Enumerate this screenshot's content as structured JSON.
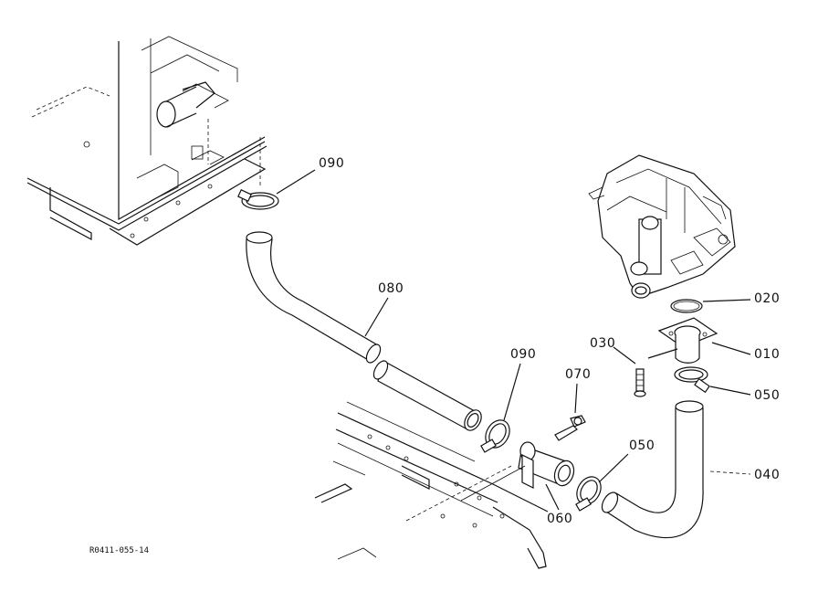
{
  "diagram_code": "R0411-055-14",
  "part_labels": {
    "p090_top": "090",
    "p080": "080",
    "p090_mid": "090",
    "p070": "070",
    "p030": "030",
    "p020": "020",
    "p010": "010",
    "p050_right": "050",
    "p040": "040",
    "p050_mid": "050",
    "p060": "060"
  }
}
